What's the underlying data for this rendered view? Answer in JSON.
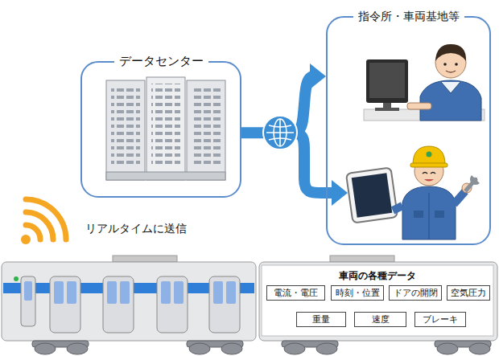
{
  "diagram": {
    "nodes": [
      {
        "text": [
          "データセンター"
        ]
      },
      {
        "text": [
          "指令所・車両基地等"
        ]
      },
      {
        "text": [
          "車両の各種データ"
        ]
      },
      {
        "text": [
          "電流・電圧"
        ],
        "in": 2
      },
      {
        "text": [
          "時刻・位置"
        ],
        "in": 2
      },
      {
        "text": [
          "ドアの開閉"
        ],
        "in": 2
      },
      {
        "text": [
          "空気圧力"
        ],
        "in": 2
      },
      {
        "text": [
          "重量"
        ],
        "in": 2
      },
      {
        "text": [
          "速度"
        ],
        "in": 2
      },
      {
        "text": [
          "ブレーキ"
        ],
        "in": 2
      }
    ],
    "edges": [
      {
        "from": 0,
        "to": 1,
        "arrow": "to"
      }
    ],
    "labels": [
      "リアルタイムに送信"
    ]
  }
}
